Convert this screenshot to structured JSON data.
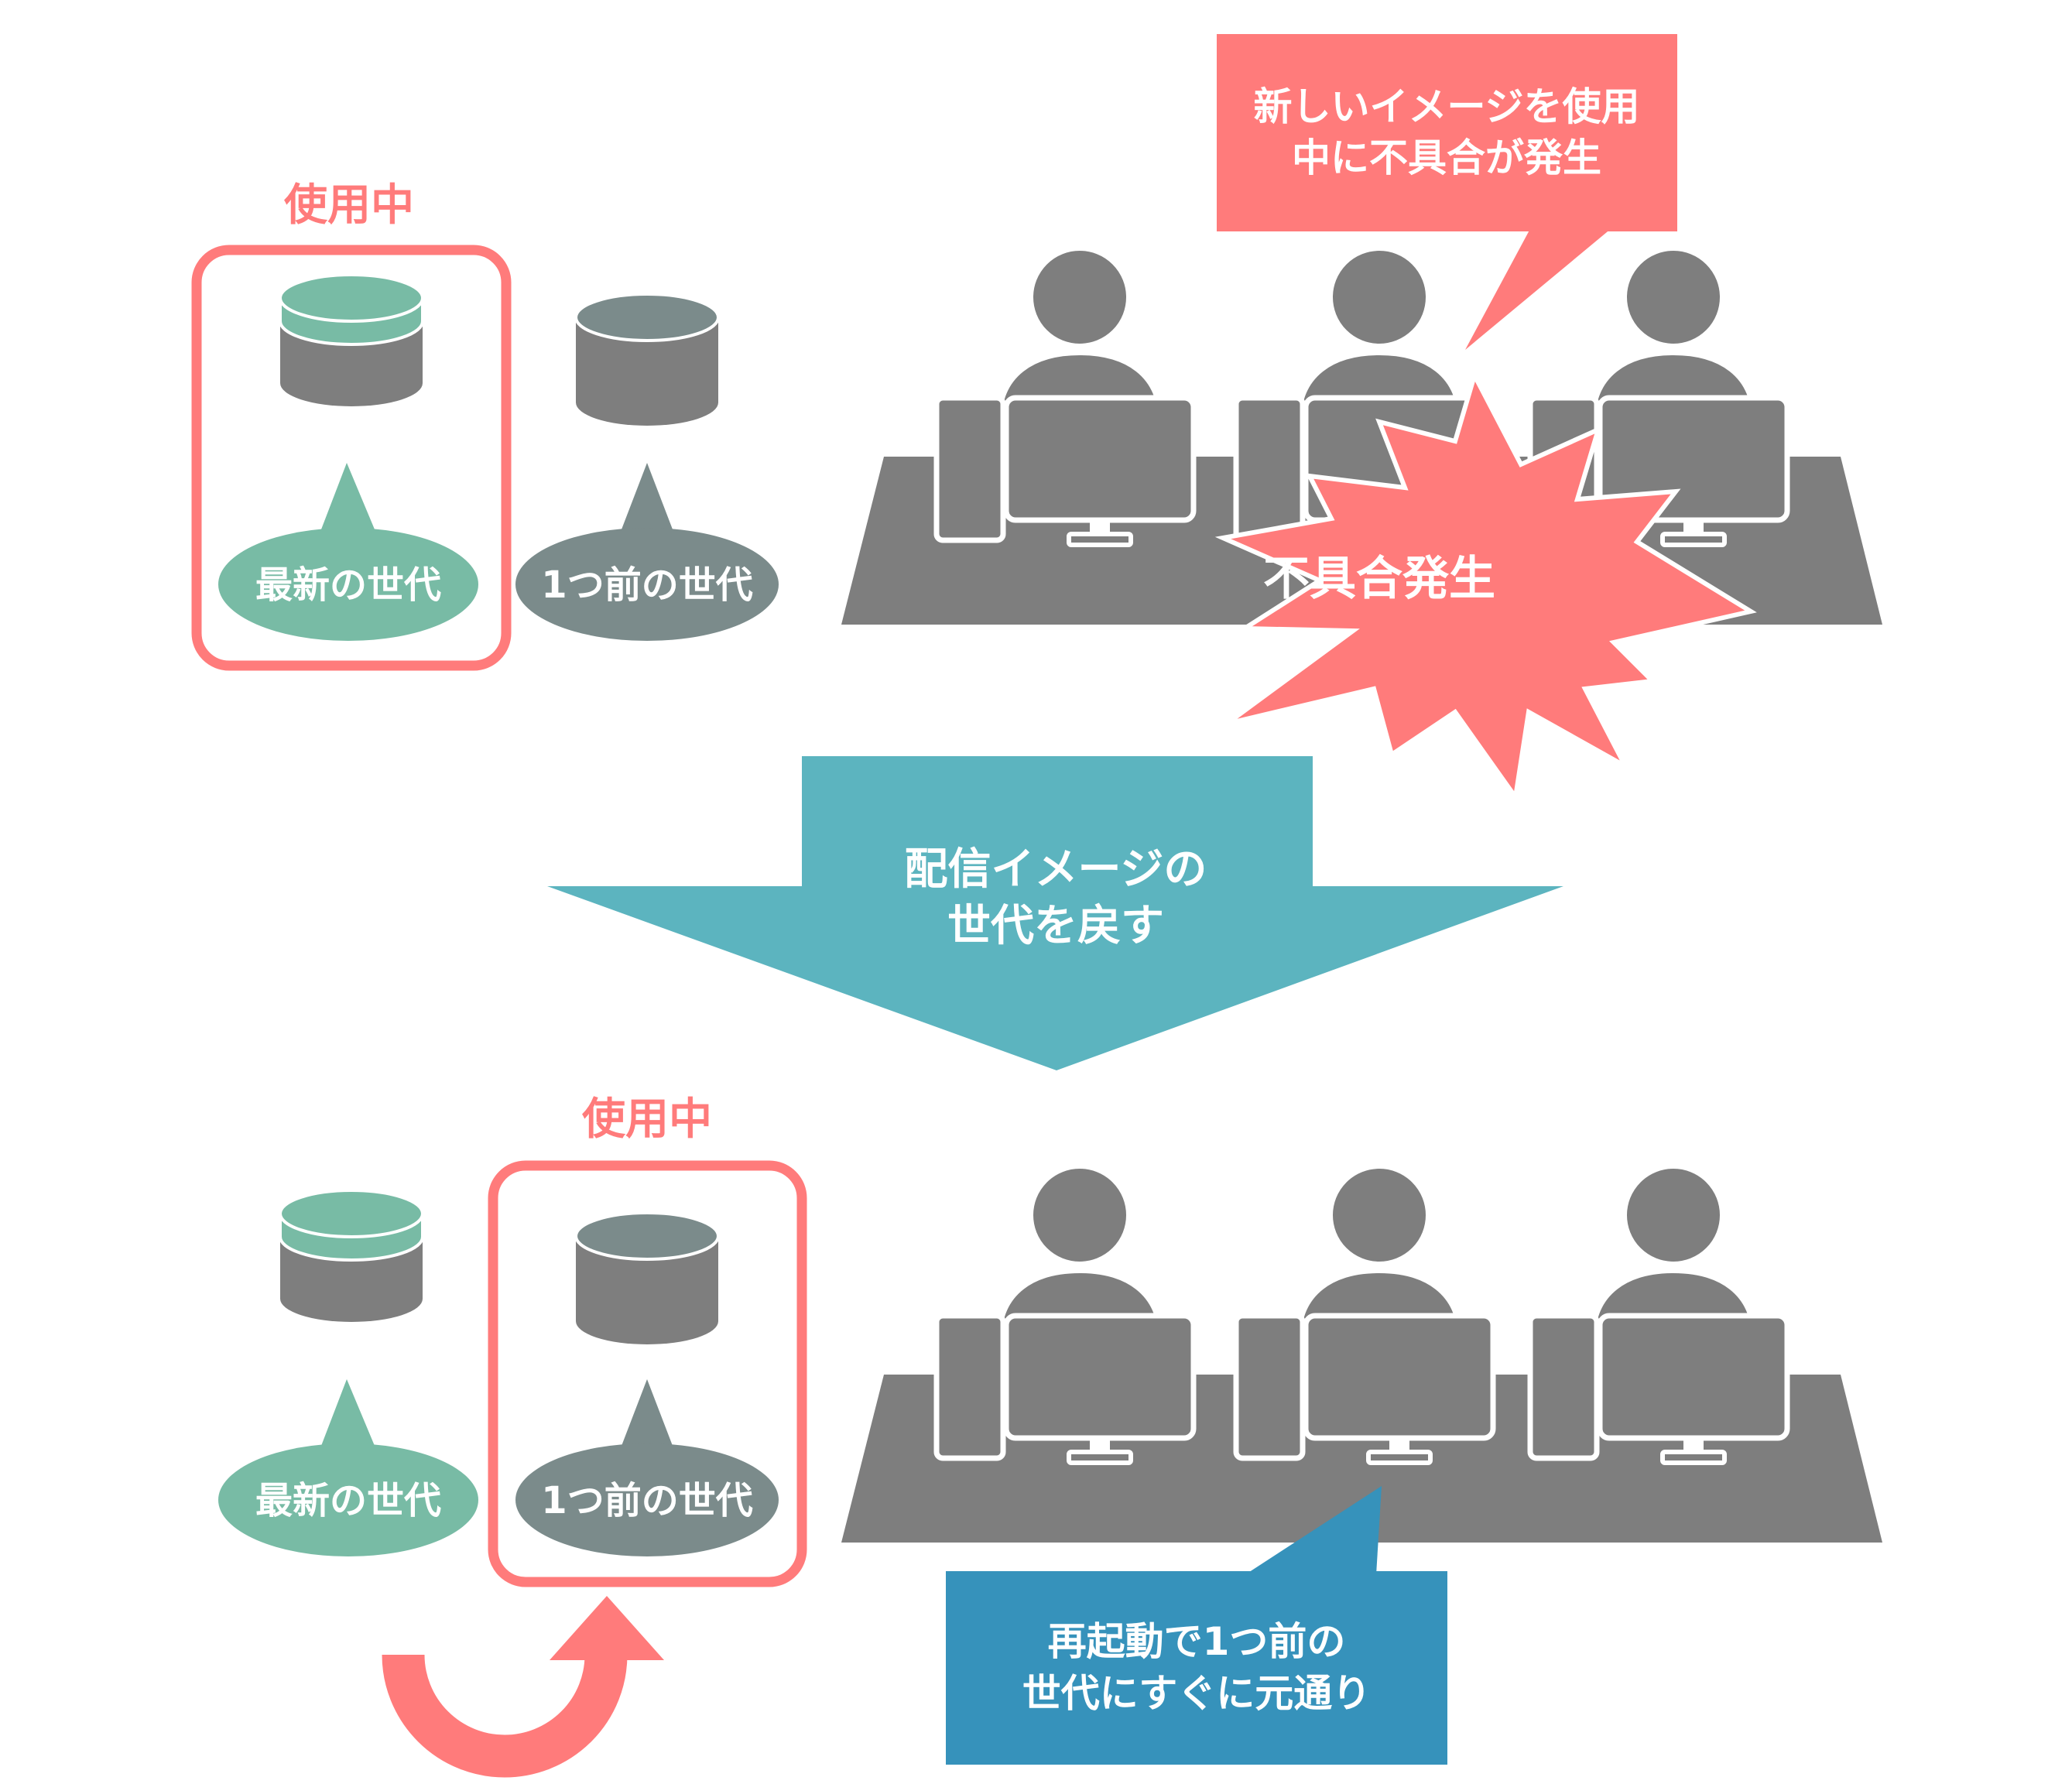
{
  "colors": {
    "accent_red": "#ff7b7b",
    "teal_light": "#78bba5",
    "slate": "#7b8b8b",
    "gray": "#7e7e7e",
    "arrow_teal": "#5cb4bf",
    "note_blue": "#3692bb",
    "white": "#ffffff"
  },
  "top": {
    "in_use_label": "使用中",
    "latest_label": "最新の世代",
    "previous_label": "1つ前の世代",
    "callout_line1": "新しいイメージを使用",
    "callout_line2": "中に不具合が発生",
    "burst_label": "不具合発生"
  },
  "transition": {
    "line1": "配信イメージの",
    "line2": "世代を戻す"
  },
  "bottom": {
    "in_use_label": "使用中",
    "latest_label": "最新の世代",
    "previous_label": "1つ前の世代",
    "note_line1": "再起動で1つ前の",
    "note_line2": "世代にすぐに元通り"
  }
}
